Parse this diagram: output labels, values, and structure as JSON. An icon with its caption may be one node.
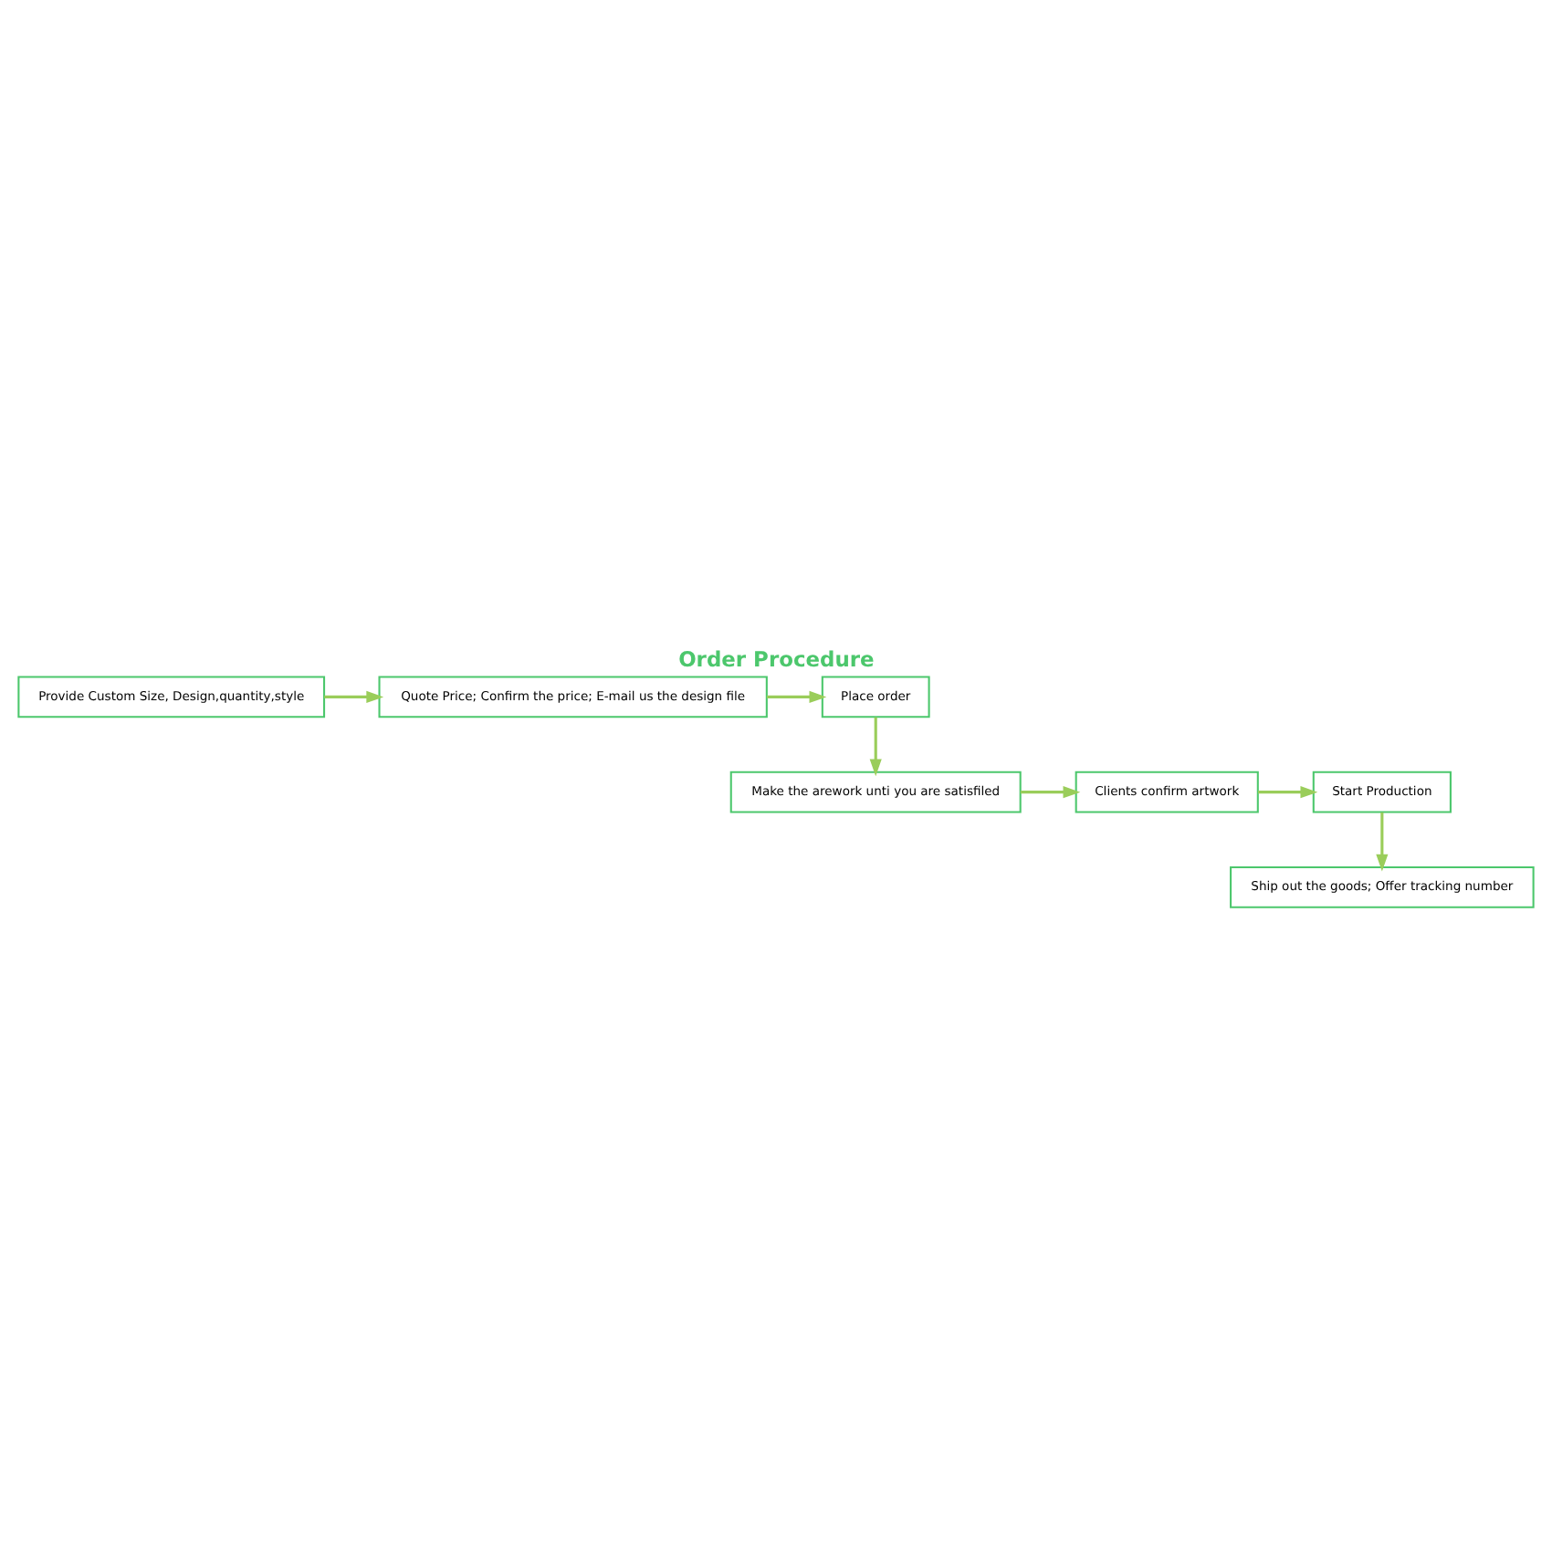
{
  "diagram": {
    "title": "Order Procedure",
    "nodes": [
      {
        "text": [
          "Provide Custom Size, Design,quantity,style"
        ]
      },
      {
        "text": [
          "Quote Price; Confirm the price; E-mail us the design file"
        ]
      },
      {
        "text": [
          "Place order"
        ]
      },
      {
        "text": [
          "Make the arework unti you are satisfiled"
        ]
      },
      {
        "text": [
          "Clients confirm artwork"
        ]
      },
      {
        "text": [
          "Start Production"
        ]
      },
      {
        "text": [
          "Ship out the goods; Offer tracking number"
        ]
      }
    ],
    "edges": [
      {
        "from": 0,
        "to": 1,
        "arrow": "to"
      },
      {
        "from": 1,
        "to": 2,
        "arrow": "to"
      },
      {
        "from": 2,
        "to": 3,
        "arrow": "to"
      },
      {
        "from": 3,
        "to": 4,
        "arrow": "to"
      },
      {
        "from": 4,
        "to": 5,
        "arrow": "to"
      },
      {
        "from": 5,
        "to": 6,
        "arrow": "to"
      }
    ]
  }
}
